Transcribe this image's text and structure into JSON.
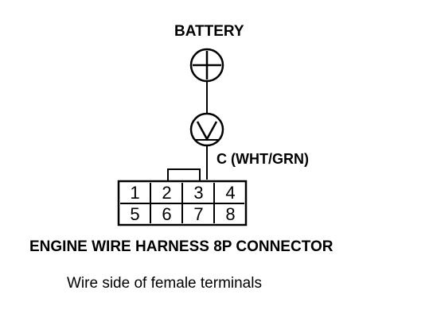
{
  "battery_label": "BATTERY",
  "wire_label": "C (WHT/GRN)",
  "connector_title": "ENGINE WIRE HARNESS 8P CONNECTOR",
  "view_note": "Wire side of female terminals",
  "connector": {
    "top_row": [
      "1",
      "2",
      "3",
      "4"
    ],
    "bottom_row": [
      "5",
      "6",
      "7",
      "8"
    ]
  },
  "icons": {
    "battery_symbol": "plus-in-circle",
    "meter_symbol": "voltmeter-v-in-circle"
  }
}
